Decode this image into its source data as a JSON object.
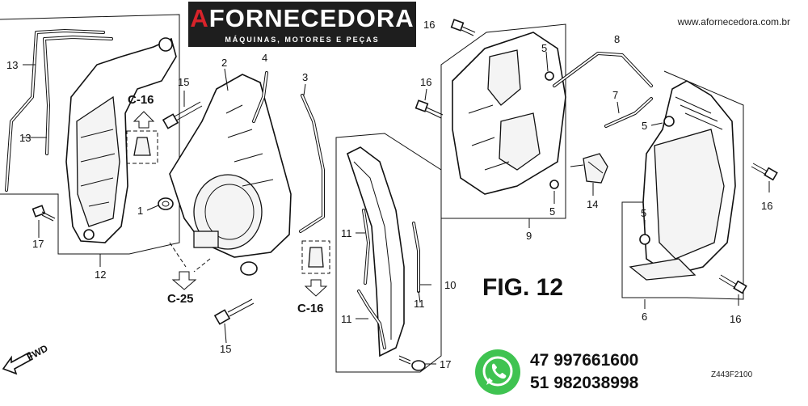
{
  "brand": {
    "logo_title_prefix": "A",
    "logo_title_rest": "FORNECEDORA",
    "logo_subtitle": "MÁQUINAS, MOTORES E PEÇAS",
    "website": "www.afornecedora.com.br",
    "accent_color": "#d8232a"
  },
  "figure": {
    "title": "FIG. 12",
    "drawing_code": "Z443F2100",
    "direction_label": "FWD"
  },
  "contact": {
    "icon": "whatsapp-icon",
    "icon_color": "#3fc351",
    "phone_1": "47 997661600",
    "phone_2": "51 982038998"
  },
  "callouts": {
    "n1": "1",
    "n2": "2",
    "n3": "3",
    "n4": "4",
    "n5a": "5",
    "n5b": "5",
    "n5c": "5",
    "n5d": "5",
    "n6": "6",
    "n7": "7",
    "n8": "8",
    "n9": "9",
    "n10": "10",
    "n11a": "11",
    "n11b": "11",
    "n11c": "11",
    "n12": "12",
    "n13a": "13",
    "n13b": "13",
    "n14": "14",
    "n15a": "15",
    "n15b": "15",
    "n16a": "16",
    "n16b": "16",
    "n16c": "16",
    "n16d": "16",
    "n17a": "17",
    "n17b": "17"
  },
  "references": {
    "c16_top": "C-16",
    "c16_bottom": "C-16",
    "c25": "C-25"
  }
}
